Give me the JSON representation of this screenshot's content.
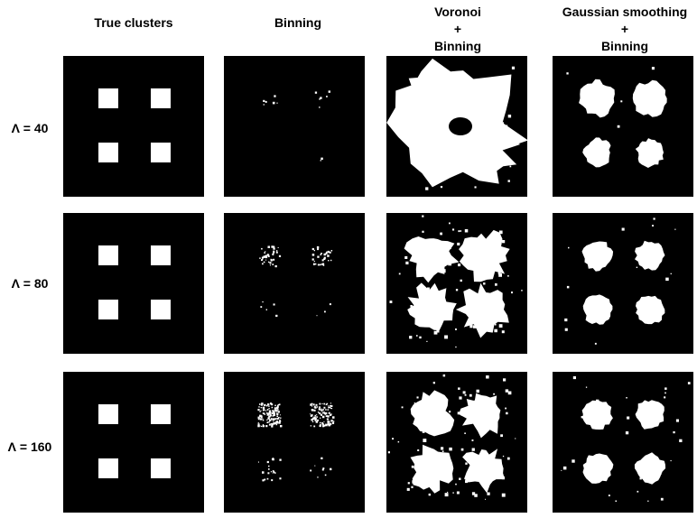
{
  "columns": [
    {
      "line1": "True clusters",
      "line2": "",
      "line3": ""
    },
    {
      "line1": "Binning",
      "line2": "",
      "line3": ""
    },
    {
      "line1": "Voronoi",
      "line2": "+",
      "line3": "Binning"
    },
    {
      "line1": "Gaussian smoothing",
      "line2": "+",
      "line3": "Binning"
    }
  ],
  "rows": [
    {
      "label": "Λ = 40"
    },
    {
      "label": "Λ = 80"
    },
    {
      "label": "Λ = 160"
    }
  ],
  "colors": {
    "background": "#000000",
    "foreground": "#ffffff",
    "page": "#ffffff"
  }
}
